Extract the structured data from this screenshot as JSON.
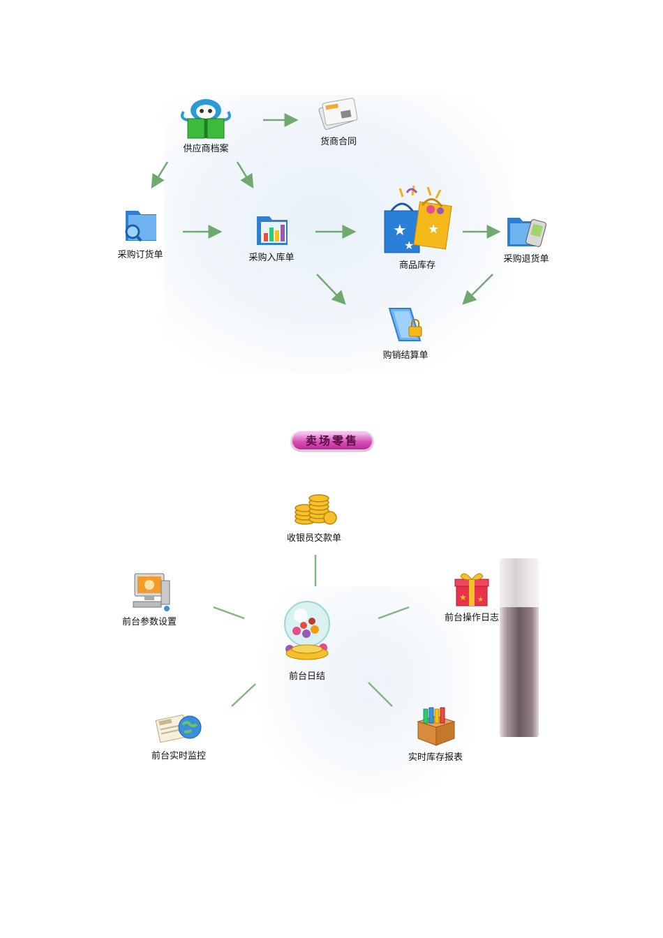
{
  "purchase": {
    "nodes": {
      "supplier_archive": "供应商档案",
      "supplier_contract": "货商合同",
      "purchase_order": "采购订货单",
      "purchase_receipt": "采购入库单",
      "inventory": "商品库存",
      "purchase_return": "采购退货单",
      "settlement": "购销结算单"
    }
  },
  "retail": {
    "banner": "卖场零售",
    "nodes": {
      "cashier_payment": "收银员交款单",
      "front_settings": "前台参数设置",
      "front_log": "前台操作日志",
      "daily_close": "前台日结",
      "realtime_monitor": "前台实时监控",
      "stock_report": "实时库存报表"
    }
  },
  "colors": {
    "arrow": "#6fa96f",
    "line": "#7fb87f",
    "banner": "#d84db5"
  }
}
